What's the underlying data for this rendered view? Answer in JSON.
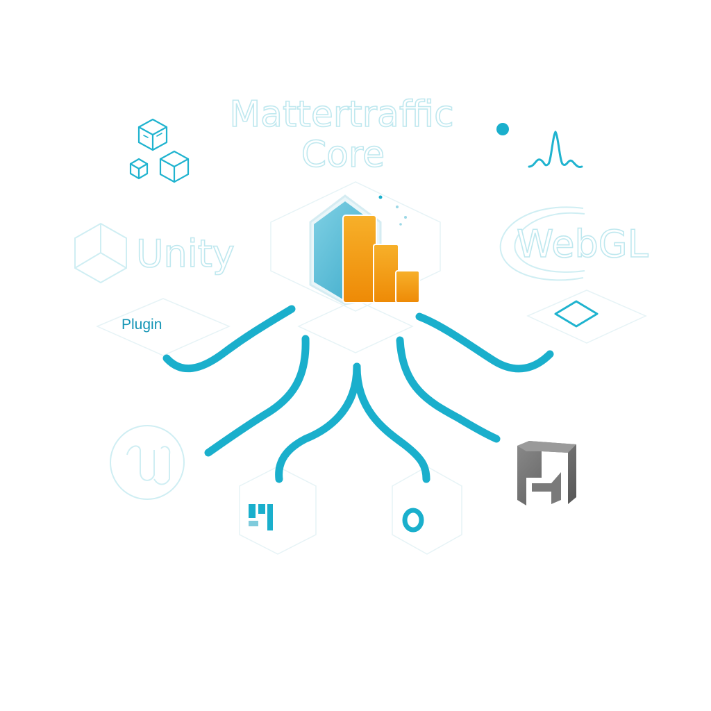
{
  "diagram": {
    "title_line1": "Mattertraffic",
    "title_line2": "Core",
    "nodes": {
      "unity": "Unity",
      "webgl": "WebGL",
      "plugin": "Plugin"
    }
  },
  "colors": {
    "teal": "#1aafcc",
    "teal_light": "#bfe8ef",
    "orange": "#f29a0c",
    "hex_blue": "#5bbcd6",
    "gray": "#6f6f6f"
  },
  "icons": [
    "cube-cluster-icon",
    "waveform-icon",
    "core-logo-icon",
    "unity-logo-icon",
    "webgl-logo-icon",
    "diamond-icon",
    "unreal-logo-icon",
    "bracket-logo-icon",
    "ring-icon",
    "gray-block-logo-icon"
  ]
}
